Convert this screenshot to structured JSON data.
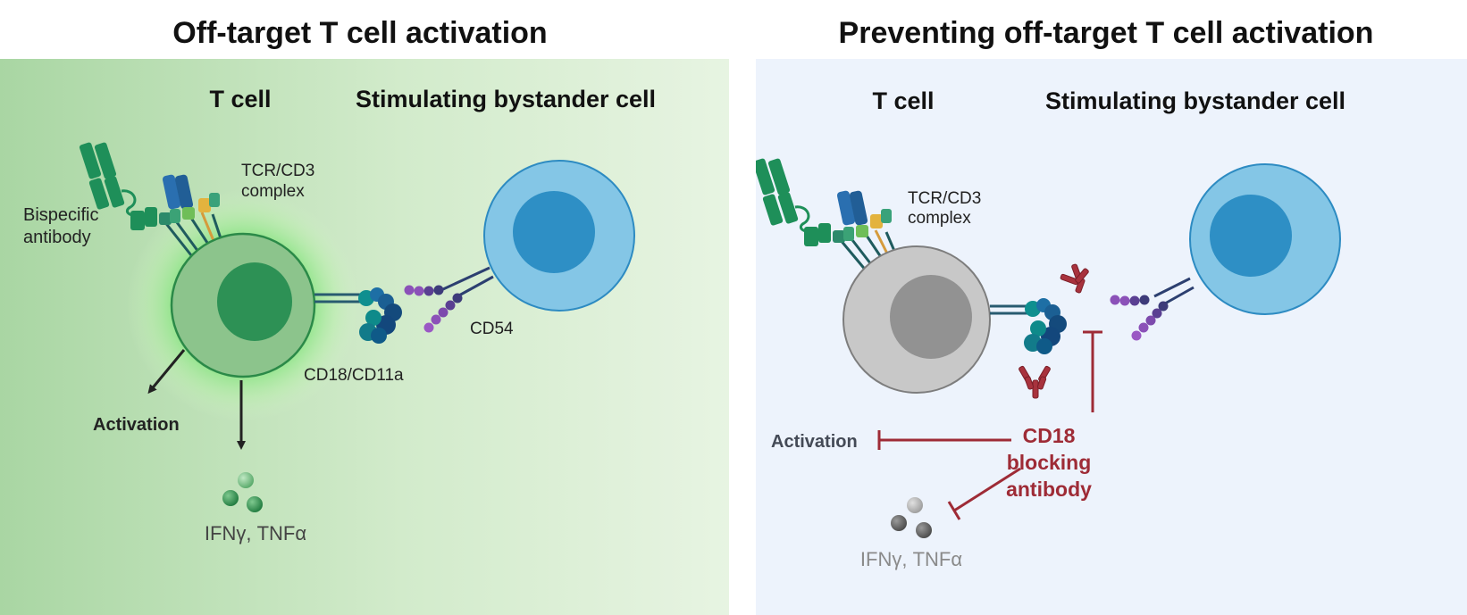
{
  "left_panel": {
    "title": "Off-target T cell activation",
    "t_cell_label": "T cell",
    "bystander_label": "Stimulating bystander cell",
    "tcr_label_line1": "TCR/CD3",
    "tcr_label_line2": "complex",
    "bispecific_line1": "Bispecific",
    "bispecific_line2": "antibody",
    "cd54_label": "CD54",
    "cd18_label": "CD18/CD11a",
    "activation_label": "Activation",
    "cytokines_label": "IFNγ, TNFα"
  },
  "right_panel": {
    "title": "Preventing off-target T cell activation",
    "t_cell_label": "T cell",
    "bystander_label": "Stimulating bystander cell",
    "tcr_label_line1": "TCR/CD3",
    "tcr_label_line2": "complex",
    "activation_label": "Activation",
    "blocking_line1": "CD18",
    "blocking_line2": "blocking",
    "blocking_line3": "antibody",
    "cytokines_label": "IFNγ, TNFα"
  },
  "colors": {
    "left_bg_start": "#a9d7a5",
    "left_bg_end": "#e6f4e1",
    "right_bg": "#edf3fc",
    "t_cell_active": "#8fc58f",
    "t_cell_nucleus": "#2f9357",
    "t_cell_inactive": "#c9c9c9",
    "t_cell_inactive_nucleus": "#939393",
    "bystander_outer": "#82c6e6",
    "bystander_nucleus": "#2f93c7",
    "blocking_red": "#9e2b36",
    "antibody_green": "#1d8f5a"
  }
}
